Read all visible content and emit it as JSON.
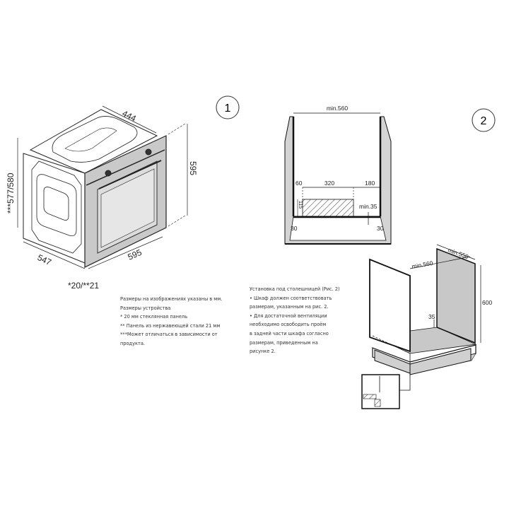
{
  "figure1": {
    "number": "1",
    "dims": {
      "depth_top": "444",
      "height_right": "595",
      "height_left": "***577/580",
      "depth_bottom": "547",
      "width_front": "595",
      "panel": "*20/**21"
    },
    "notes": [
      "Размеры на изображениях указаны в мм.",
      "Размеры устройства",
      "* 20 мм стеклянная панель",
      "** Панель из нержавеющей стали 21 мм",
      "***Может отличаться в зависимости от",
      "продукта."
    ]
  },
  "figure2": {
    "number": "2",
    "top_view": {
      "width": "min.560",
      "left_gap": "60",
      "opening": "320",
      "right_gap": "180",
      "opening_height": "115",
      "min_gap": "min.35",
      "left_wall": "30",
      "right_wall": "30"
    },
    "cabinet": {
      "depth": "min.550",
      "width": "min.560",
      "height": "600",
      "gap": "35"
    },
    "notes": [
      "Установка под столешницей (Рис. 2)",
      "• Шкаф должен соответствовать",
      "размерам, указанным на рис. 2.",
      "• Для достаточной вентиляции",
      "необходимо освободить проём",
      "в задней части шкафа согласно",
      "размерам, приведенным на",
      "рисунке 2."
    ]
  }
}
